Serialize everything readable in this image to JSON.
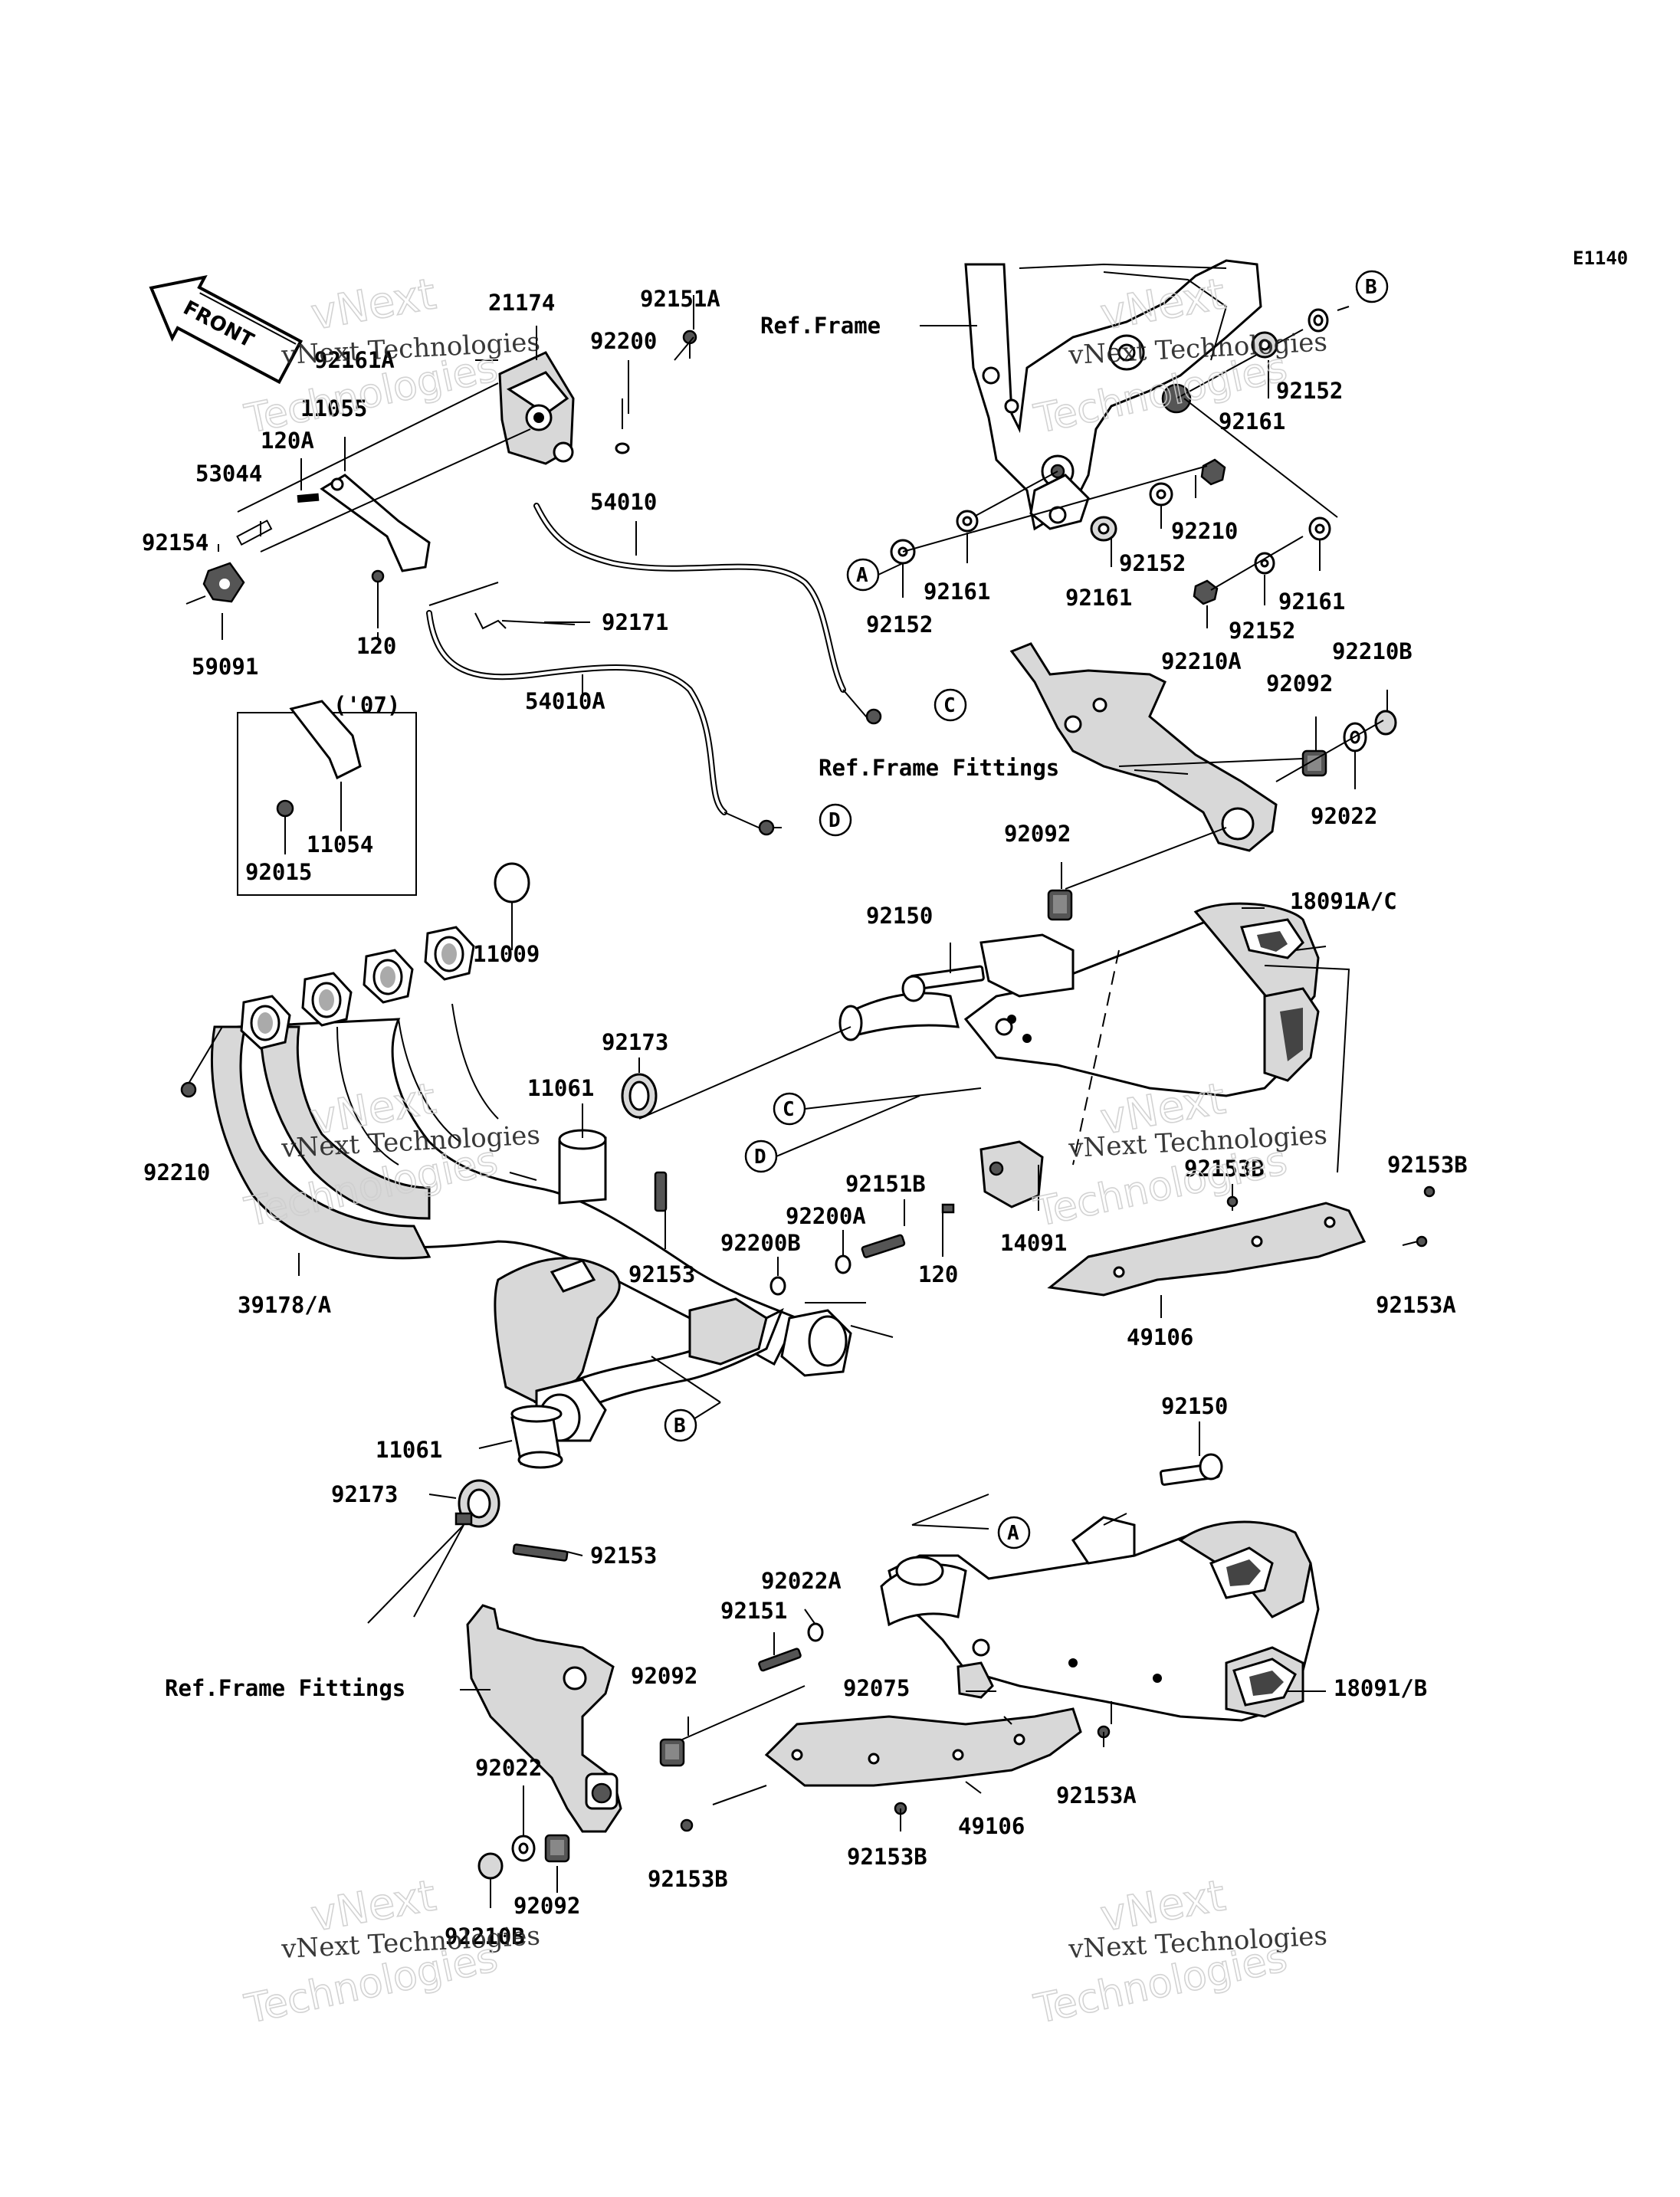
{
  "diagram_code": "E1140",
  "front_arrow_label": "FRONT",
  "watermark": {
    "line1": "vNext Technologies",
    "line2": "vNext",
    "line3": "Technologies"
  },
  "callouts": {
    "a": "A",
    "b": "B",
    "c": "C",
    "d": "D"
  },
  "labels": {
    "p21174": "21174",
    "p92151A": "92151A",
    "p92161A": "92161A",
    "p92200": "92200",
    "p11055": "11055",
    "p120A": "120A",
    "p53044": "53044",
    "p92154": "92154",
    "p59091": "59091",
    "p120_top": "120",
    "p54010": "54010",
    "p92171": "92171",
    "p54010A": "54010A",
    "p07": "('07)",
    "p11054": "11054",
    "p92015": "92015",
    "ref_frame": "Ref.Frame",
    "p92152_top": "92152",
    "p92161_top": "92161",
    "p92210_r": "92210",
    "p92152_mid": "92152",
    "p92161_l": "92161",
    "p92161_m": "92161",
    "p92161_r": "92161",
    "p92152_l": "92152",
    "p92152_r": "92152",
    "p92210A": "92210A",
    "p92210B_top": "92210B",
    "p92092_top": "92092",
    "ref_frame_fittings_top": "Ref.Frame Fittings",
    "p92022_top": "92022",
    "p92092_mid": "92092",
    "p18091AC": "18091A/C",
    "p92150_top": "92150",
    "p11009": "11009",
    "p92173_top": "92173",
    "p11061_top": "11061",
    "p92210_left": "92210",
    "p92153B_mid": "92153B",
    "p92153B_right": "92153B",
    "p92151B": "92151B",
    "p92200A": "92200A",
    "p92200B": "92200B",
    "p14091": "14091",
    "p120_mid": "120",
    "p92153_mid": "92153",
    "p39178A": "39178/A",
    "p49106_top": "49106",
    "p92153A_top": "92153A",
    "p11061_bot": "11061",
    "p92173_bot": "92173",
    "p92153_bot": "92153",
    "p92150_bot": "92150",
    "p92022A": "92022A",
    "p92151": "92151",
    "ref_frame_fittings_bot": "Ref.Frame Fittings",
    "p92092_bot": "92092",
    "p92075": "92075",
    "p18091B": "18091/B",
    "p92022_bot": "92022",
    "p92092_bot2": "92092",
    "p92210B_bot": "92210B",
    "p92153B_bot1": "92153B",
    "p92153B_bot2": "92153B",
    "p49106_bot": "49106",
    "p92153A_bot": "92153A"
  }
}
